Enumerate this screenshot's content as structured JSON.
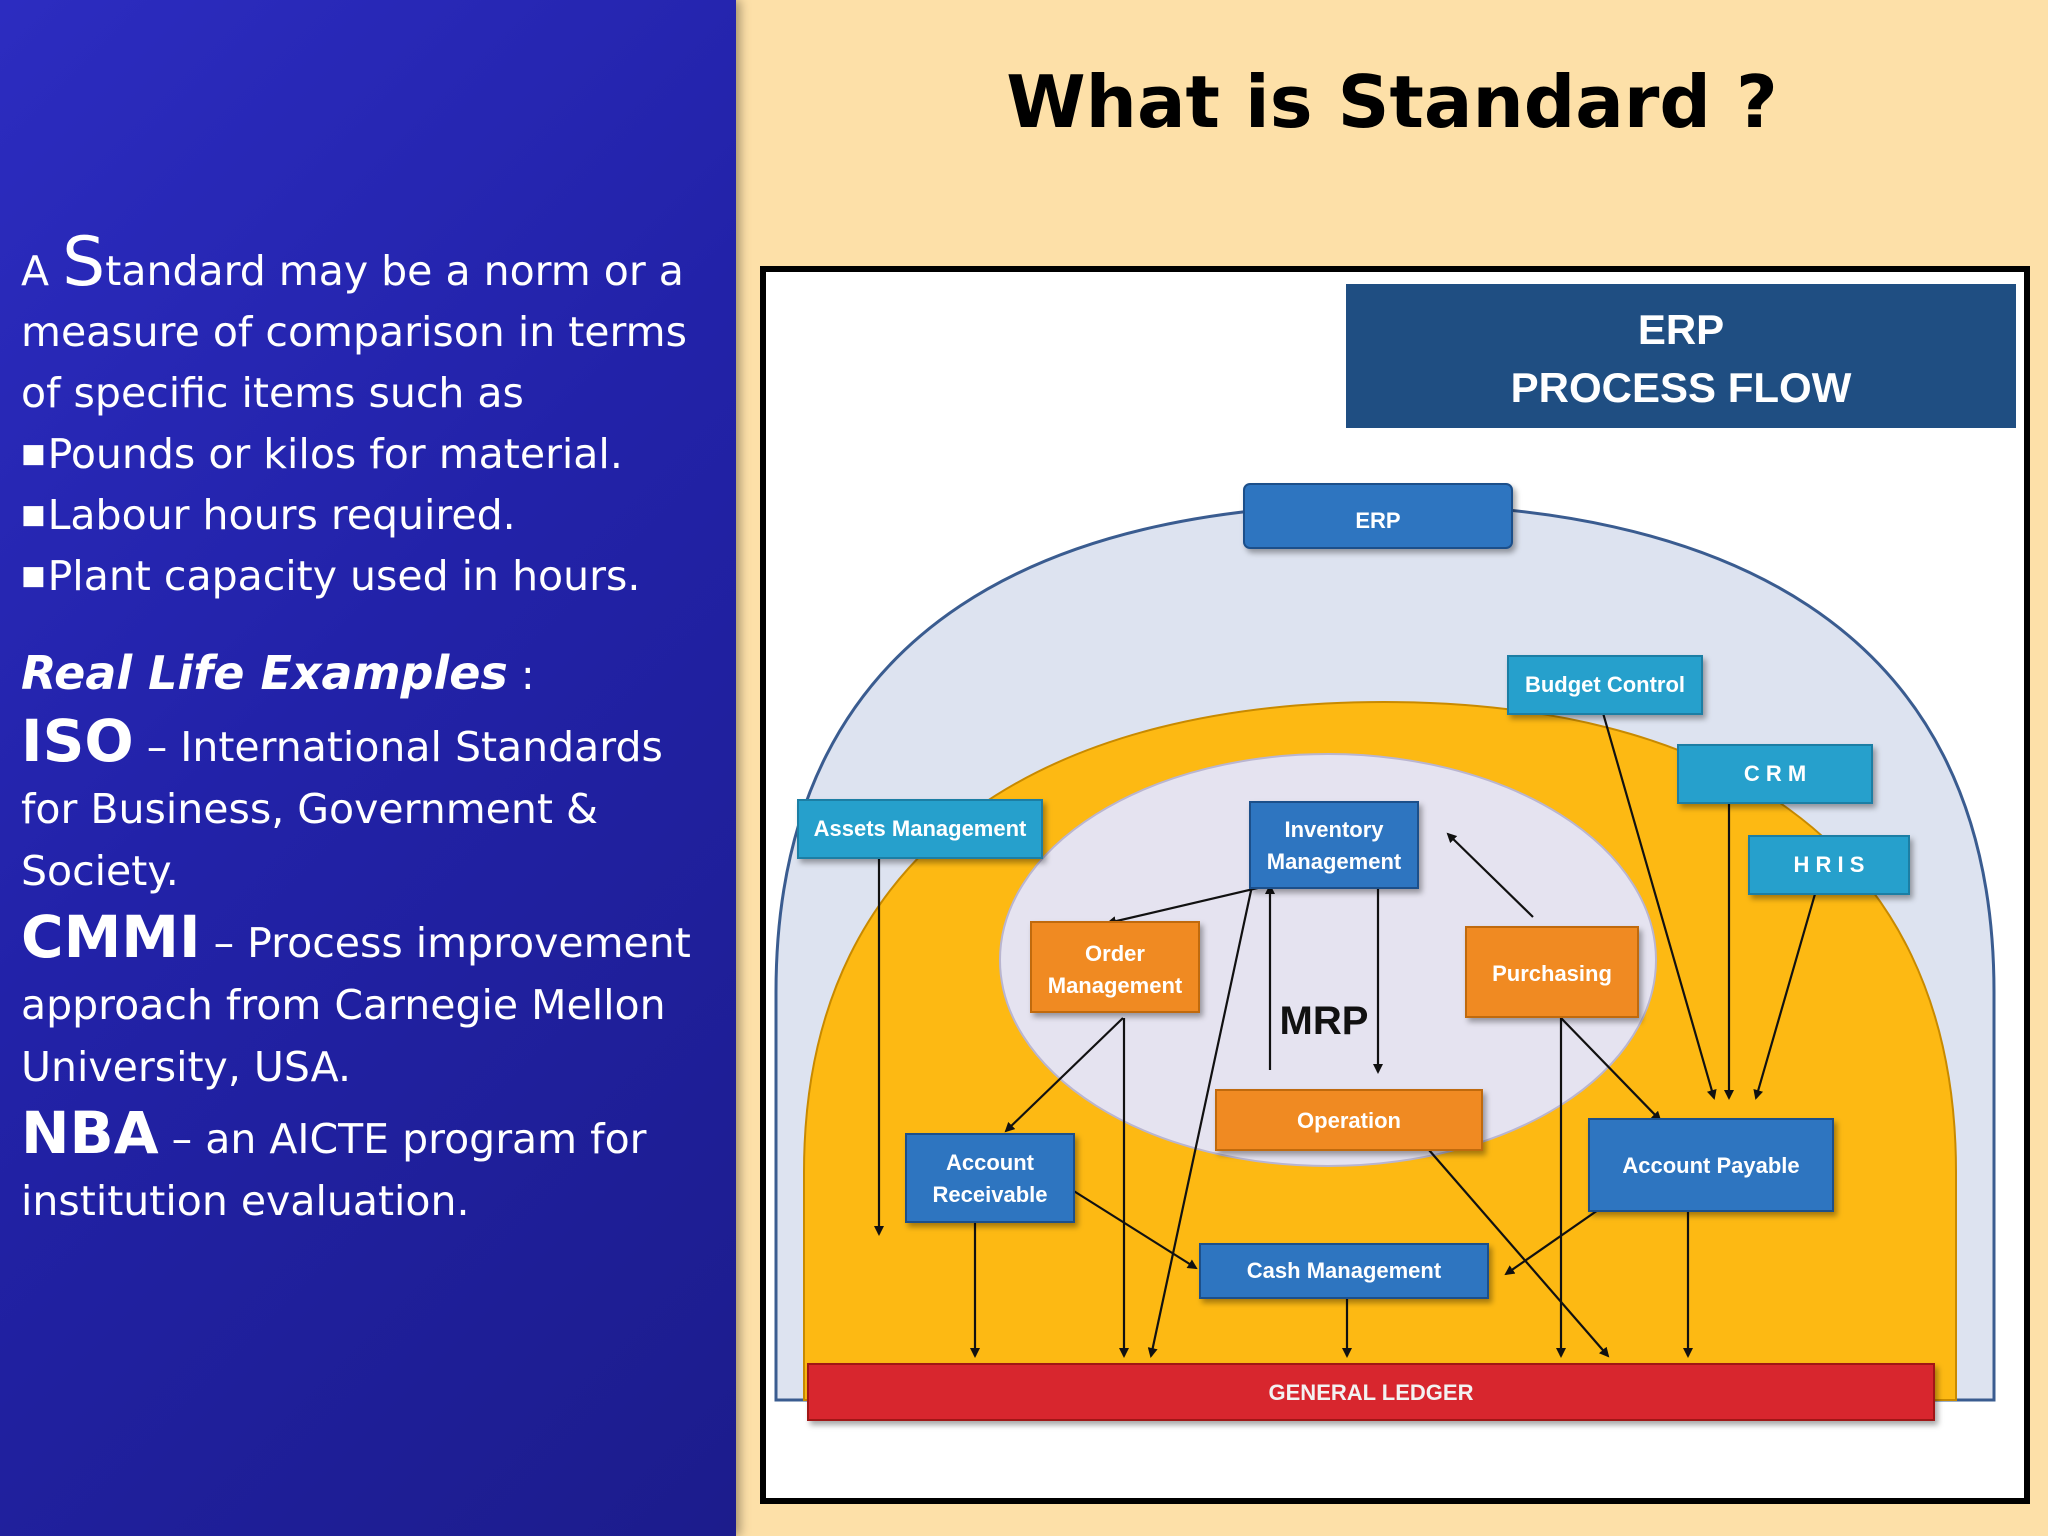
{
  "slide": {
    "title": "What is Standard ?"
  },
  "left_panel": {
    "intro_prefix": "A ",
    "intro_big_s": "S",
    "intro_rest": "tandard may be a norm or a measure of comparison in terms of specific items such as",
    "bullets": [
      "Pounds or kilos for material.",
      "Labour hours required.",
      "Plant capacity used in hours."
    ],
    "examples_heading": "Real Life Examples",
    "examples_colon": " :",
    "examples": [
      {
        "title": "ISO",
        "desc": " – International Standards for Business, Government & Society."
      },
      {
        "title": "CMMI",
        "desc": " – Process improvement approach from Carnegie Mellon University, USA."
      },
      {
        "title": "NBA",
        "desc": " – an AICTE program for institution evaluation."
      }
    ]
  },
  "diagram": {
    "header_line1": "ERP",
    "header_line2": "PROCESS FLOW",
    "center_label": "MRP",
    "boxes": {
      "erp": "ERP",
      "budget_control": "Budget Control",
      "crm": "C R M",
      "hris": "H R I S",
      "assets_management": "Assets Management",
      "inventory_management_1": "Inventory",
      "inventory_management_2": "Management",
      "order_management_1": "Order",
      "order_management_2": "Management",
      "purchasing": "Purchasing",
      "operation": "Operation",
      "account_receivable_1": "Account",
      "account_receivable_2": "Receivable",
      "account_payable": "Account Payable",
      "cash_management": "Cash Management",
      "general_ledger": "GENERAL LEDGER"
    },
    "colors": {
      "header_bg": "#1F4E82",
      "outer_dome": "#DDE3F0",
      "yellow_ring": "#FDB913",
      "inner_ellipse": "#E5E3F0",
      "blue_box": "#2E74C0",
      "teal_box": "#26A0CC",
      "orange_box": "#F08A24",
      "ledger_red": "#D8262E"
    }
  }
}
